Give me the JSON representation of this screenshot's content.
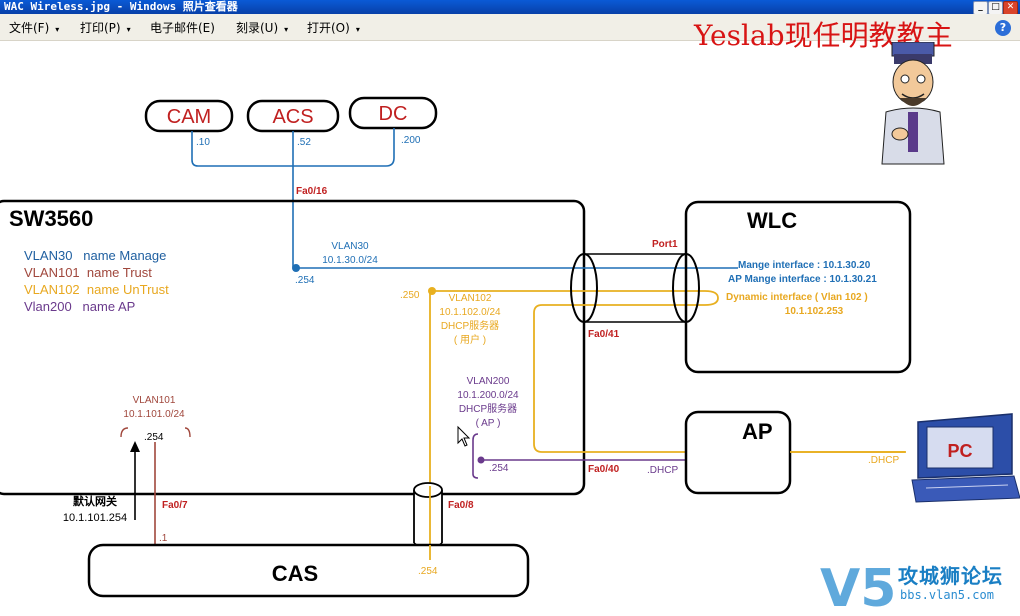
{
  "window": {
    "title": "WAC Wireless.jpg - Windows 照片查看器",
    "min_glyph": "_",
    "max_glyph": "□",
    "close_glyph": "✕"
  },
  "menu": [
    {
      "label": "文件(F)",
      "arrow": "▾"
    },
    {
      "label": "打印(P)",
      "arrow": "▾"
    },
    {
      "label": "电子邮件(E)",
      "arrow": ""
    },
    {
      "label": "刻录(U)",
      "arrow": "▾"
    },
    {
      "label": "打开(O)",
      "arrow": "▾"
    }
  ],
  "help_glyph": "?",
  "banner": "Yeslab现任明教教主",
  "servers": {
    "cam": {
      "name": "CAM",
      "ip": ".10"
    },
    "acs": {
      "name": "ACS",
      "ip": ".52"
    },
    "dc": {
      "name": "DC",
      "ip": ".200"
    }
  },
  "sw3560": {
    "name": "SW3560",
    "uplink_port": "Fa0/16",
    "vlans": [
      {
        "text": "VLAN30   name Manage",
        "color": "#1f5fa0"
      },
      {
        "text": "VLAN101  name Trust",
        "color": "#a0473c"
      },
      {
        "text": "VLAN102  name UnTrust",
        "color": "#e8a820"
      },
      {
        "text": "Vlan200   name AP",
        "color": "#6a3a8c"
      }
    ]
  },
  "vlan30_svi": {
    "title": "VLAN30",
    "subnet": "10.1.30.0/24",
    "ip": ".254"
  },
  "vlan102_svi": {
    "ip": ".250",
    "title": "VLAN102",
    "subnet": "10.1.102.0/24",
    "dhcp": "DHCP服务器",
    "role": "( 用户 )"
  },
  "vlan200_svi": {
    "title": "VLAN200",
    "subnet": "10.1.200.0/24",
    "dhcp": "DHCP服务器",
    "role": "( AP )",
    "ip": ".254"
  },
  "vlan101_svi": {
    "title": "VLAN101",
    "subnet": "10.1.101.0/24",
    "ip": ".254"
  },
  "gateway": {
    "label": "默认网关",
    "ip": "10.1.101.254"
  },
  "wlc": {
    "name": "WLC",
    "port": "Port1",
    "manage_if": "Mange interface : 10.1.30.20",
    "ap_manage_if": "AP Mange interface : 10.1.30.21",
    "dynamic_if": "Dynamic interface ( Vlan 102 )",
    "dynamic_ip": "10.1.102.253"
  },
  "ports": {
    "fa0_41": "Fa0/41",
    "fa0_40": "Fa0/40",
    "fa0_7": "Fa0/7",
    "fa0_8": "Fa0/8"
  },
  "ap": {
    "name": "AP",
    "dhcp": ".DHCP"
  },
  "pc": {
    "name": "PC",
    "dhcp": ".DHCP"
  },
  "cas": {
    "name": "CAS",
    "ip_left": ".1",
    "ip_trunk": ".254"
  },
  "watermark": {
    "logo": "V5",
    "title": "攻城狮论坛",
    "url": "bbs.vlan5.com"
  },
  "colors": {
    "vlan30": "#1f6fb5",
    "vlan102": "#e8b020",
    "vlan200": "#6a3a8c",
    "vlan101": "#a0473c",
    "red_label": "#c02020"
  }
}
